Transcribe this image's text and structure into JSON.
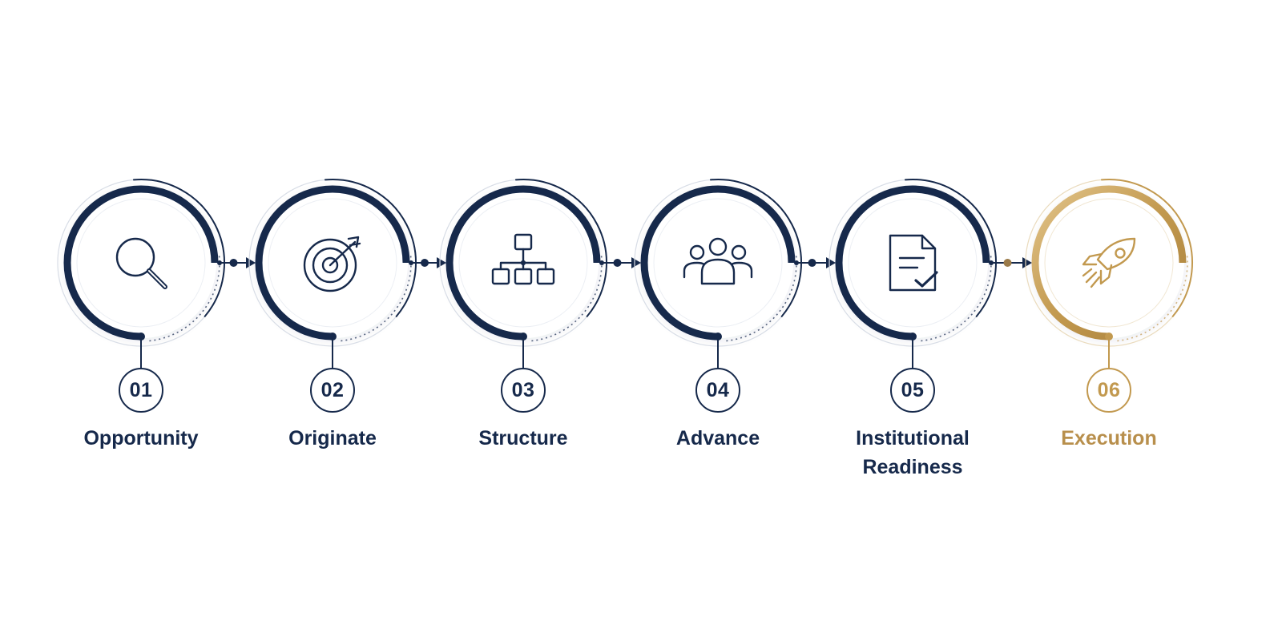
{
  "colors": {
    "navy": "#16294b",
    "navy_light": "#2d4066",
    "gold": "#c2994f",
    "gold_text": "#b88f4c",
    "background": "#ffffff"
  },
  "steps": [
    {
      "number": "01",
      "title": "Opportunity",
      "icon": "magnifier-icon",
      "accent": "navy"
    },
    {
      "number": "02",
      "title": "Originate",
      "icon": "target-arrow-icon",
      "accent": "navy"
    },
    {
      "number": "03",
      "title": "Structure",
      "icon": "org-chart-icon",
      "accent": "navy"
    },
    {
      "number": "04",
      "title": "Advance",
      "icon": "people-group-icon",
      "accent": "navy"
    },
    {
      "number": "05",
      "title": "Institutional Readiness",
      "icon": "document-check-icon",
      "accent": "navy"
    },
    {
      "number": "06",
      "title": "Execution",
      "icon": "rocket-icon",
      "accent": "gold"
    }
  ]
}
